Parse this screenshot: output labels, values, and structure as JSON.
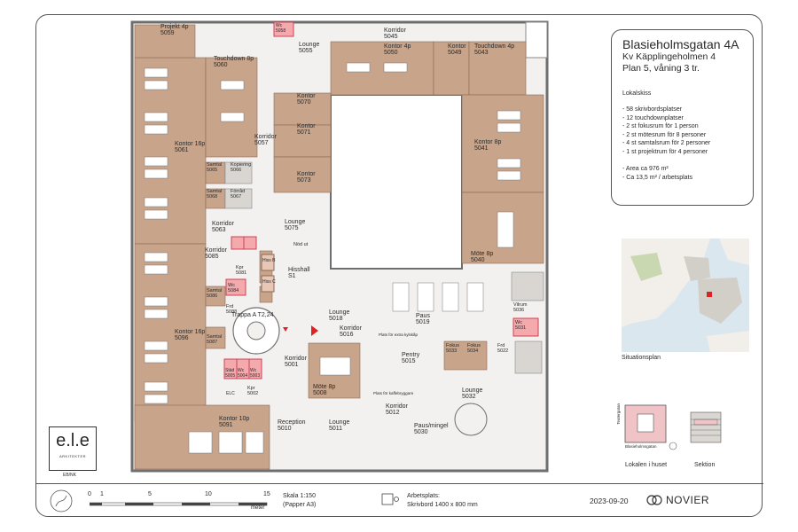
{
  "title": {
    "line1": "Blasieholmsgatan 4A",
    "line2": "Kv Käpplingeholmen 4",
    "line3": "Plan 5, våning 3 tr."
  },
  "spec": {
    "heading": "Lokalskiss",
    "items": [
      "- 58 skrivbordsplatser",
      "- 12 touchdownplatser",
      "- 2 st fokusrum för 1 person",
      "- 2 st mötesrum för 8 personer",
      "- 4 st samtalsrum för 2 personer",
      "- 1 st projektrum för 4 personer"
    ],
    "area1": "- Area ca 976 m²",
    "area2": "- Ca 13,5 m²  / arbetsplats"
  },
  "situation": {
    "label": "Situationsplan"
  },
  "building": {
    "street": "Blasieholmsgatan",
    "side_street": "Teatergatan",
    "lokalen_label": "Lokalen i huset",
    "sektion_label": "Sektion"
  },
  "logo": {
    "mark": "e.l.e",
    "sub": "ARKITEKTER",
    "initials": "EB/NK"
  },
  "scale": {
    "ticks": [
      "0",
      "1",
      "5",
      "10",
      "15"
    ],
    "unit": "meter",
    "text1": "Skala 1:150",
    "text2": "(Papper A3)"
  },
  "workstation": {
    "label": "Arbetsplats:",
    "desc": "Skrivbord 1400 x 800 mm"
  },
  "date": "2023-09-20",
  "brand": "NOVIER",
  "rooms": [
    {
      "name": "Projekt 4p",
      "num": "5059"
    },
    {
      "name": "Wc",
      "num": "5058"
    },
    {
      "name": "Lounge",
      "num": "5055"
    },
    {
      "name": "Korridor",
      "num": "5045"
    },
    {
      "name": "Kontor 4p",
      "num": "5050"
    },
    {
      "name": "Kontor",
      "num": "5049"
    },
    {
      "name": "Touchdown 4p",
      "num": "5043"
    },
    {
      "name": "Touchdown 8p",
      "num": "5060"
    },
    {
      "name": "Kontor",
      "num": "5070"
    },
    {
      "name": "Kontor",
      "num": "5071"
    },
    {
      "name": "Kontor",
      "num": "5073"
    },
    {
      "name": "Korridor",
      "num": "5057"
    },
    {
      "name": "Kontor 16p",
      "num": "5061"
    },
    {
      "name": "Samtal",
      "num": "5065"
    },
    {
      "name": "Kopiering",
      "num": "5066"
    },
    {
      "name": "Samtal",
      "num": "5068"
    },
    {
      "name": "Förråd",
      "num": "5067"
    },
    {
      "name": "Kontor 8p",
      "num": "5041"
    },
    {
      "name": "Lounge",
      "num": "5075"
    },
    {
      "name": "Korridor",
      "num": "5063"
    },
    {
      "name": "Korridor",
      "num": "5085"
    },
    {
      "name": "Möte 8p",
      "num": "5040"
    },
    {
      "name": "Kpr",
      "num": "5081"
    },
    {
      "name": "Wc",
      "num": "5084"
    },
    {
      "name": "Hisshall",
      "num": "S1"
    },
    {
      "name": "Samtal",
      "num": "5086"
    },
    {
      "name": "Frd",
      "num": "5088"
    },
    {
      "name": "Trappa A",
      "num": "T2,24"
    },
    {
      "name": "Lounge",
      "num": "5018"
    },
    {
      "name": "Paus",
      "num": "5019"
    },
    {
      "name": "Vilrum",
      "num": "5036"
    },
    {
      "name": "Kontor 16p",
      "num": "5096"
    },
    {
      "name": "Samtal",
      "num": "5087"
    },
    {
      "name": "Korridor",
      "num": "5016"
    },
    {
      "name": "Wc",
      "num": "5031"
    },
    {
      "name": "Städ",
      "num": "5005"
    },
    {
      "name": "Wc",
      "num": "5004"
    },
    {
      "name": "Wc",
      "num": "5003"
    },
    {
      "name": "Korridor",
      "num": "5001"
    },
    {
      "name": "Pentry",
      "num": "5015"
    },
    {
      "name": "Fokus",
      "num": "5033"
    },
    {
      "name": "Fokus",
      "num": "5034"
    },
    {
      "name": "Frd",
      "num": "5022"
    },
    {
      "name": "Möte 8p",
      "num": "5008"
    },
    {
      "name": "Kpr",
      "num": "5002"
    },
    {
      "name": "Korridor",
      "num": "5012"
    },
    {
      "name": "Lounge",
      "num": "5032"
    },
    {
      "name": "Kontor 10p",
      "num": "5091"
    },
    {
      "name": "Reception",
      "num": "5010"
    },
    {
      "name": "Lounge",
      "num": "5011"
    },
    {
      "name": "Paus/mingel",
      "num": "5030"
    },
    {
      "name": "Nöd ut",
      "num": ""
    },
    {
      "name": "Hiss B",
      "num": ""
    },
    {
      "name": "Hiss C",
      "num": ""
    },
    {
      "name": "ELC",
      "num": ""
    }
  ],
  "notes": [
    "Plats för extra kylskåp",
    "Plats för kaffebryggare"
  ],
  "colors": {
    "office": "#c8a48a",
    "wc": "#f4a9ad",
    "corridor": "#f3f1ef",
    "misc": "#d9d6d2",
    "wall": "#6e6e6e"
  }
}
